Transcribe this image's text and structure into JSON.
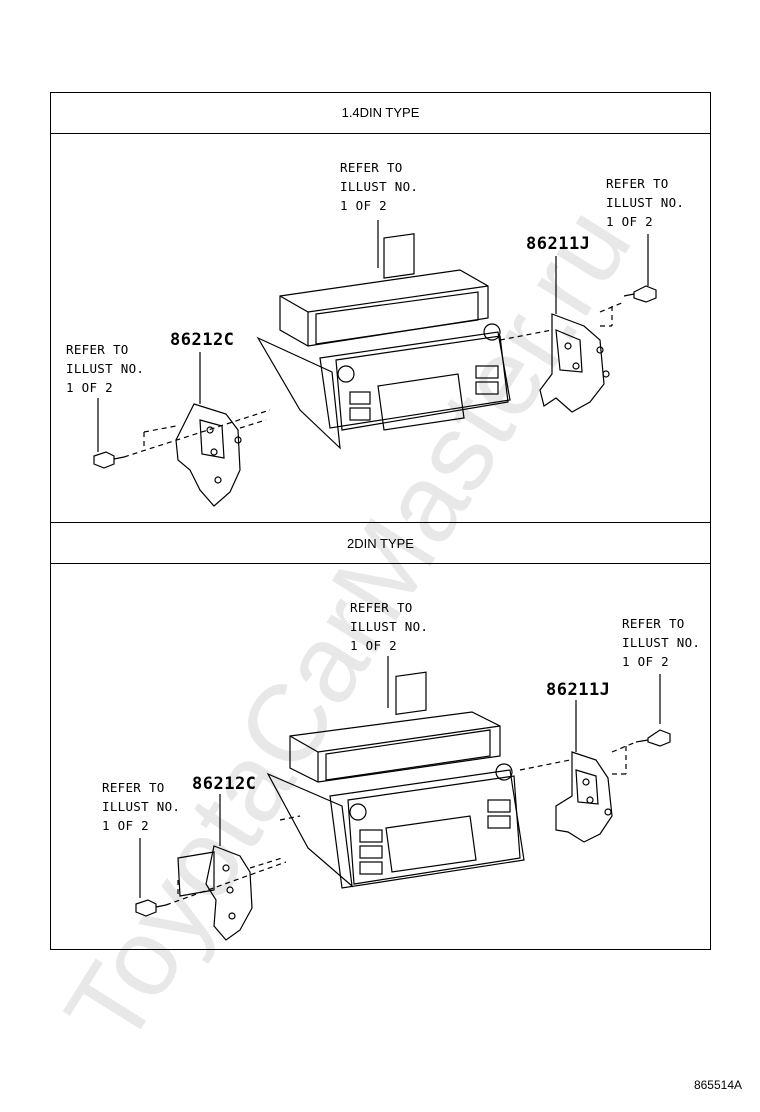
{
  "sections": [
    {
      "title": "1.4DIN TYPE",
      "refer_center": "REFER TO\nILLUST NO.\n1 OF 2",
      "refer_right": "REFER TO\nILLUST NO.\n1 OF 2",
      "refer_left": "REFER TO\nILLUST NO.\n1 OF 2",
      "part_right": "86211J",
      "part_left": "86212C"
    },
    {
      "title": "2DIN TYPE",
      "refer_center": "REFER TO\nILLUST NO.\n1 OF 2",
      "refer_right": "REFER TO\nILLUST NO.\n1 OF 2",
      "refer_left": "REFER TO\nILLUST NO.\n1 OF 2",
      "part_right": "86211J",
      "part_left": "86212C"
    }
  ],
  "illustration_code": "865514A",
  "watermark": "ToyotaCarMaster.ru"
}
